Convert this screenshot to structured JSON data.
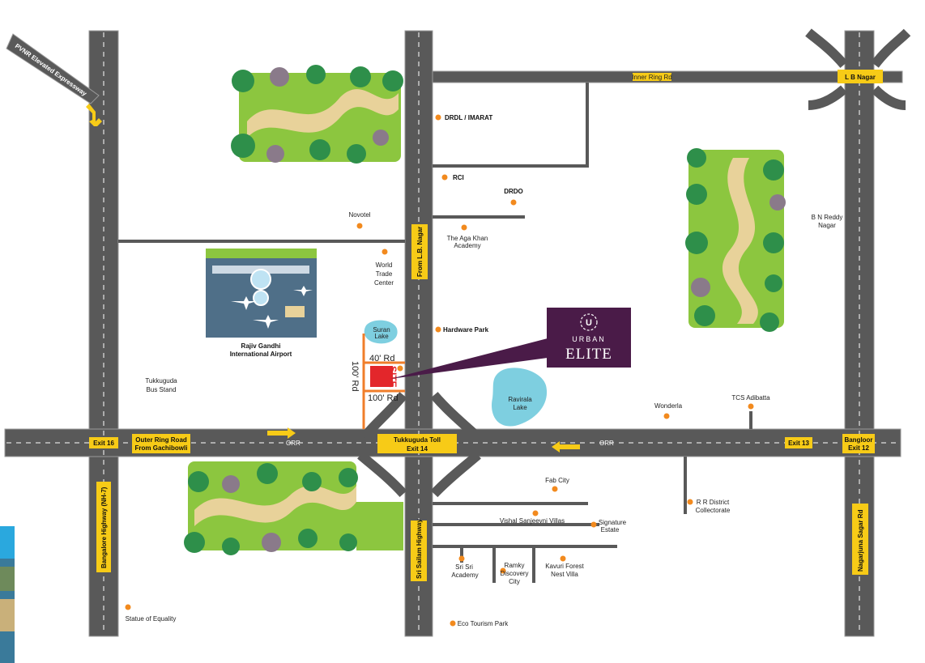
{
  "colors": {
    "road": "#595959",
    "road_edge": "#9a9a9a",
    "marker": "#f28a1e",
    "label_bg": "#f7cb17",
    "brand_bg": "#4a1b48",
    "lake": "#7ecfe0",
    "site": "#e3262b",
    "sideroad": "#f07e2a",
    "park": "#8cc63f"
  },
  "roads": {
    "pvnr": "PVNR Elevated Expressway",
    "inner_ring": "Inner Ring Rd",
    "orr_left": "ORR",
    "orr_right": "ORR",
    "bangalore_hwy": "Bangalore Highway (NH-7)",
    "srisailam_hwy": "Sri Sailam Highway",
    "from_lb_nagar": "From L.B. Nagar",
    "nagarjuna": "Nagarjuna Sagar Rd",
    "rd40": "40' Rd",
    "rd100_h": "100' Rd",
    "rd100_v": "100' Rd"
  },
  "yellow_labels": {
    "lb_nagar": "L B Nagar",
    "exit16": "Exit 16",
    "orr_gachibowli_1": "Outer Ring Road",
    "orr_gachibowli_2": "From Gachibowli",
    "toll_1": "Tukkuguda Toll",
    "toll_2": "Exit 14",
    "exit13": "Exit 13",
    "bangloor_1": "Bangloor",
    "bangloor_2": "Exit 12"
  },
  "places": {
    "drdl": "DRDL / IMARAT",
    "rci": "RCI",
    "drdo": "DRDO",
    "novotel": "Novotel",
    "aga_khan_1": "The Aga Khan",
    "aga_khan_2": "Academy",
    "wtc_1": "World",
    "wtc_2": "Trade",
    "wtc_3": "Center",
    "hardware_park": "Hardware Park",
    "airport_1": "Rajiv Gandhi",
    "airport_2": "International Airport",
    "bus_stand_1": "Tukkuguda",
    "bus_stand_2": "Bus Stand",
    "suran_1": "Suran",
    "suran_2": "Lake",
    "ravirala_1": "Ravirala",
    "ravirala_2": "Lake",
    "site": "SITE",
    "bn_reddy_1": "B N Reddy",
    "bn_reddy_2": "Nagar",
    "wonderla": "Wonderla",
    "tcs": "TCS Adibatta",
    "fab_city": "Fab City",
    "vishal": "Vishal Sanjeevni Villas",
    "signature_1": "Signature",
    "signature_2": "Estate",
    "rr_collectorate_1": "R R District",
    "rr_collectorate_2": "Collectorate",
    "sri_sri_1": "Sri Sri",
    "sri_sri_2": "Academy",
    "ramky_1": "Ramky",
    "ramky_2": "Discovery",
    "ramky_3": "City",
    "kavuri_1": "Kavuri Forest",
    "kavuri_2": "Nest Villa",
    "statue": "Statue of Equality",
    "eco_tourism": "Eco Tourism Park"
  },
  "brand": {
    "line1": "URBAN",
    "line2": "ELITE",
    "monogram": "U",
    "icon": "ornament-icon"
  },
  "icons": {
    "marker": "orange-dot-icon",
    "arrow": "yellow-arrow-icon",
    "plane": "plane-icon",
    "tree": "tree-icon",
    "rock": "rock-icon"
  }
}
